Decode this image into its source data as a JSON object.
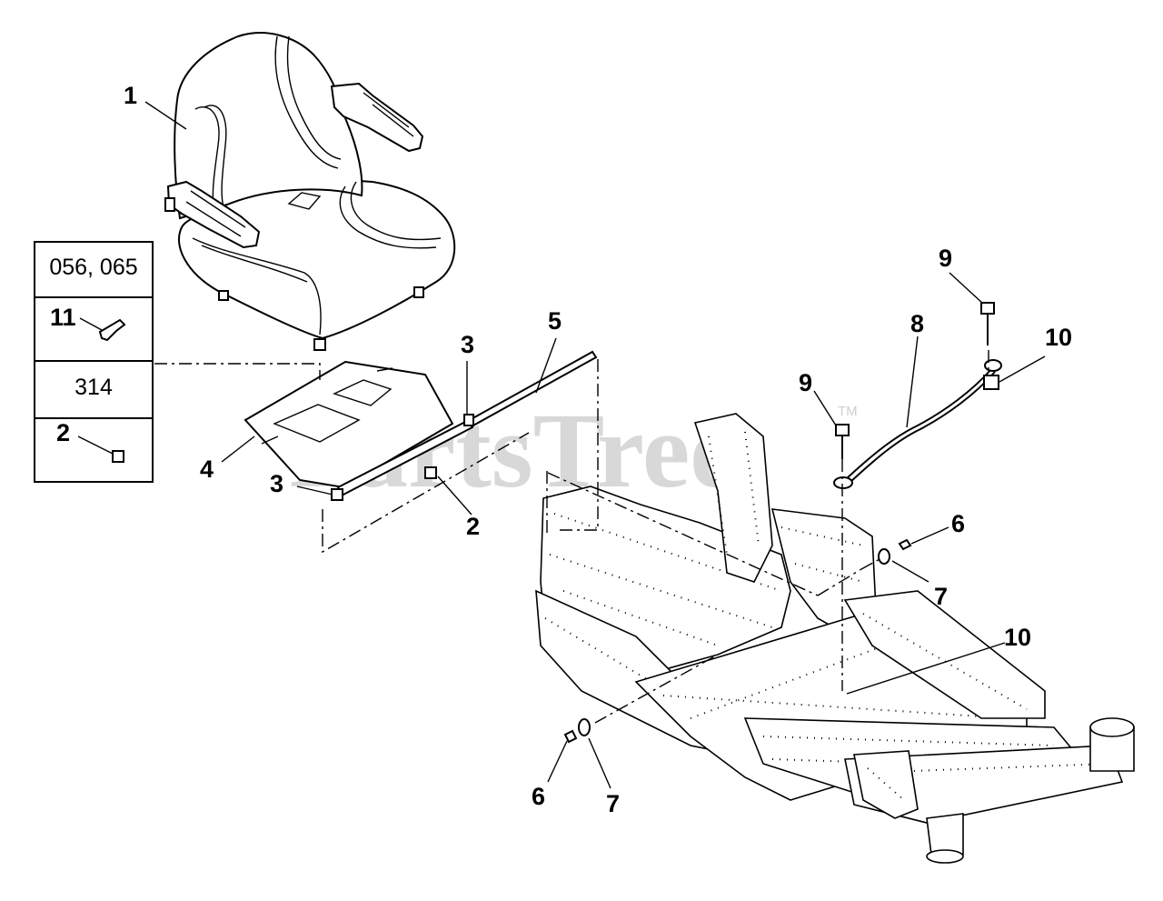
{
  "watermark": {
    "text": "PartsTree",
    "trademark": "TM"
  },
  "legend": {
    "rows": [
      {
        "text": "056, 065"
      },
      {
        "callout": "11"
      },
      {
        "text": "314"
      },
      {
        "callout": "2"
      }
    ]
  },
  "callouts": [
    {
      "id": "1",
      "text": "1"
    },
    {
      "id": "3a",
      "text": "3"
    },
    {
      "id": "5",
      "text": "5"
    },
    {
      "id": "4",
      "text": "4"
    },
    {
      "id": "3b",
      "text": "3"
    },
    {
      "id": "2",
      "text": "2"
    },
    {
      "id": "9a",
      "text": "9"
    },
    {
      "id": "9b",
      "text": "9"
    },
    {
      "id": "8",
      "text": "8"
    },
    {
      "id": "10a",
      "text": "10"
    },
    {
      "id": "6a",
      "text": "6"
    },
    {
      "id": "7a",
      "text": "7"
    },
    {
      "id": "10b",
      "text": "10"
    },
    {
      "id": "6b",
      "text": "6"
    },
    {
      "id": "7b",
      "text": "7"
    }
  ]
}
